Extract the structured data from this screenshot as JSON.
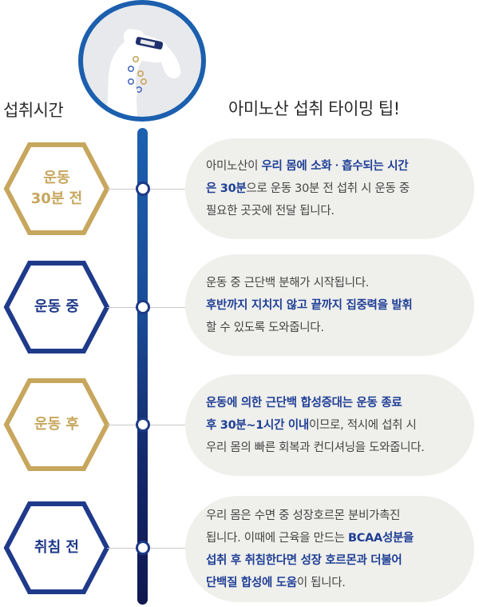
{
  "headers": {
    "left": "섭취시간",
    "right": "아미노산 섭취 타이밍 팁!"
  },
  "colors": {
    "gold": "#c7a65d",
    "navy": "#1f3a8a",
    "bubble_bg": "#efefec"
  },
  "stages": [
    {
      "label_lines": [
        "운동",
        "30분 전"
      ],
      "style": "gold",
      "text": [
        [
          {
            "t": "아미노산이 ",
            "h": false
          },
          {
            "t": "우리 몸에 소화ㆍ흡수되는 시간",
            "h": true
          }
        ],
        [
          {
            "t": "은 30분",
            "h": true
          },
          {
            "t": "으로 운동 30분 전 섭취 시 운동 중",
            "h": false
          }
        ],
        [
          {
            "t": "필요한 곳곳에 전달 됩니다.",
            "h": false
          }
        ]
      ]
    },
    {
      "label_lines": [
        "운동 중"
      ],
      "style": "navy",
      "text": [
        [
          {
            "t": "운동 중 근단백 분해가 시작됩니다.",
            "h": false
          }
        ],
        [
          {
            "t": "후반까지 지치지 않고 끝까지 집중력을 발휘",
            "h": true
          }
        ],
        [
          {
            "t": "할 수 있도록 도와줍니다.",
            "h": false
          }
        ]
      ]
    },
    {
      "label_lines": [
        "운동 후"
      ],
      "style": "gold",
      "text": [
        [
          {
            "t": "운동에 의한 근단백 합성증대는 운동 종료",
            "h": true
          }
        ],
        [
          {
            "t": "후 30분~1시간 이내",
            "h": true
          },
          {
            "t": "이므로, 적시에 섭취 시",
            "h": false
          }
        ],
        [
          {
            "t": "우리 몸의 빠른 회복과 컨디셔닝을 도와줍니다.",
            "h": false
          }
        ]
      ]
    },
    {
      "label_lines": [
        "취침 전"
      ],
      "style": "navy",
      "text": [
        [
          {
            "t": "우리 몸은 수면 중 성장호르몬 분비가촉진",
            "h": false
          }
        ],
        [
          {
            "t": "됩니다. 이때에 근육을 만드는 ",
            "h": false
          },
          {
            "t": "BCAA성분을",
            "h": true
          }
        ],
        [
          {
            "t": "섭취 후 취침한다면 성장 호르몬과 더불어",
            "h": true
          }
        ],
        [
          {
            "t": "단백질 합성에 도움",
            "h": true
          },
          {
            "t": "이 됩니다.",
            "h": false
          }
        ]
      ]
    }
  ]
}
